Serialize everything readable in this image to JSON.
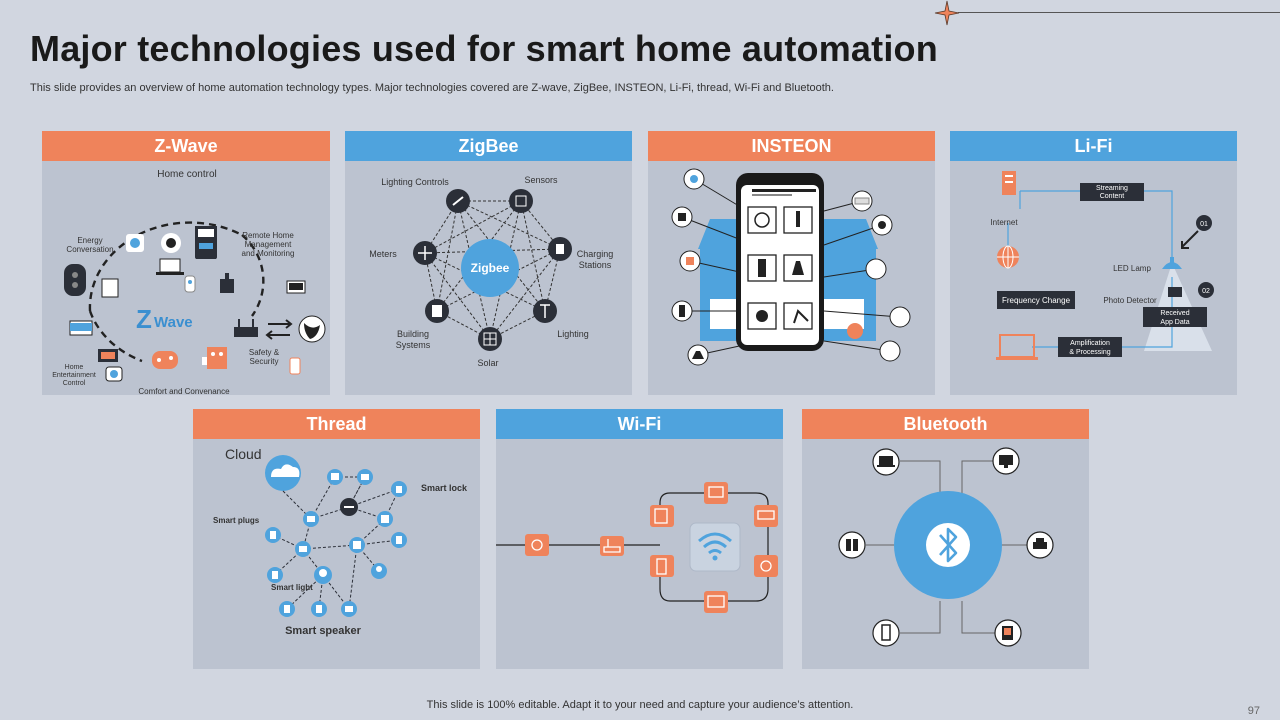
{
  "slide": {
    "title": "Major technologies used for smart home automation",
    "subtitle": "This slide provides an overview of home automation technology types. Major technologies covered are Z-wave, ZigBee, INSTEON, Li-Fi, thread, Wi-Fi and Bluetooth.",
    "footer": "This slide is 100% editable. Adapt it to your need and capture your audience’s attention.",
    "page_number": "97"
  },
  "colors": {
    "orange": "#ef835b",
    "blue": "#4fa3dd",
    "panel": "#bcc3d0",
    "dark": "#2b2f38",
    "background": "#d1d6e0"
  },
  "zwave": {
    "heading": "Z-Wave",
    "center_label": "Home control",
    "logo_z": "Z",
    "logo_wave": "Wave",
    "labels": {
      "energy_1": "Energy",
      "energy_2": "Conversation",
      "remote_1": "Remote Home",
      "remote_2": "Management",
      "remote_3": "and Monitoring",
      "safety_1": "Safety &",
      "safety_2": "Security",
      "ent_1": "Home",
      "ent_2": "Entertainment",
      "ent_3": "Control",
      "comfort": "Comfort and Convenance"
    }
  },
  "zigbee": {
    "heading": "ZigBee",
    "center": "Zigbee",
    "labels": {
      "lighting_controls": "Lighting Controls",
      "sensors": "Sensors",
      "charging_1": "Charging",
      "charging_2": "Stations",
      "meters": "Meters",
      "lighting": "Lighting",
      "building_1": "Building",
      "building_2": "Systems",
      "solar": "Solar"
    }
  },
  "insteon": {
    "heading": "INSTEON"
  },
  "lifi": {
    "heading": "Li-Fi",
    "labels": {
      "streaming_1": "Streaming",
      "streaming_2": "Content",
      "internet": "Internet",
      "led_lamp": "LED Lamp",
      "frequency_change": "Frequency Change",
      "photo_detector": "Photo Detector",
      "received_1": "Received",
      "received_2": "App Data",
      "amp_1": "Amplification",
      "amp_2": "& Processing",
      "step_1": "01",
      "step_2": "02"
    }
  },
  "thread": {
    "heading": "Thread",
    "labels": {
      "cloud": "Cloud",
      "smart_lock": "Smart lock",
      "smart_plugs": "Smart plugs",
      "smart_light": "Smart light",
      "smart_speaker": "Smart speaker"
    }
  },
  "wifi": {
    "heading": "Wi-Fi"
  },
  "bluetooth": {
    "heading": "Bluetooth"
  }
}
